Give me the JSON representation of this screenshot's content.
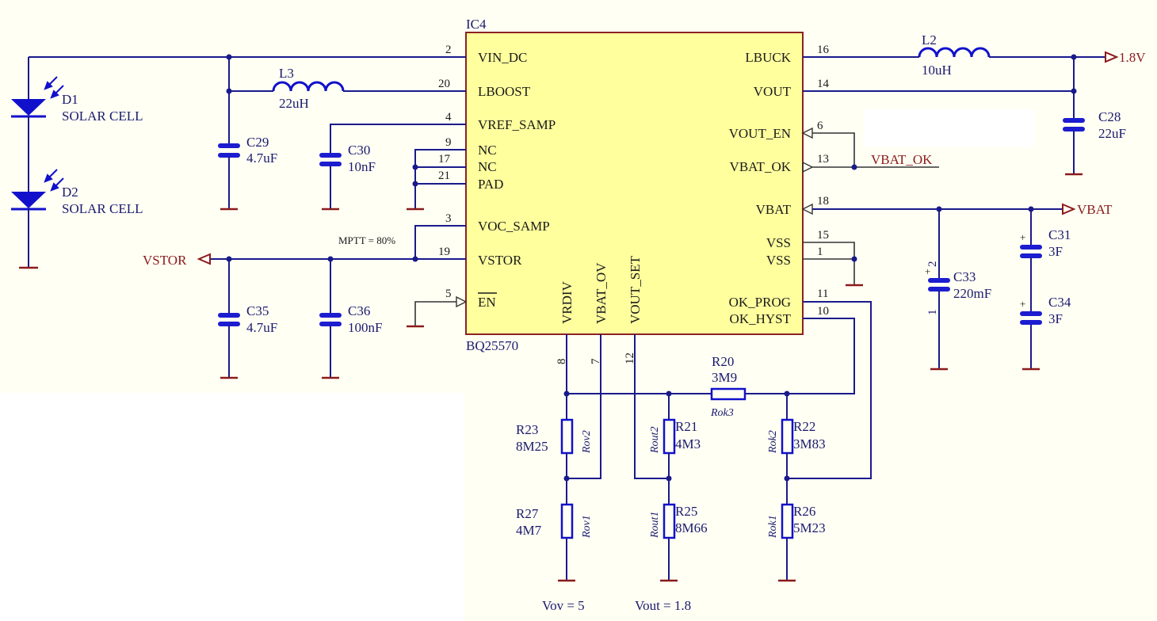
{
  "ic": {
    "ref": "IC4",
    "part": "BQ25570"
  },
  "pins_left": [
    {
      "num": "2",
      "name": "VIN_DC"
    },
    {
      "num": "20",
      "name": "LBOOST"
    },
    {
      "num": "4",
      "name": "VREF_SAMP"
    },
    {
      "num": "9",
      "name": "NC"
    },
    {
      "num": "17",
      "name": "NC"
    },
    {
      "num": "21",
      "name": "PAD"
    },
    {
      "num": "3",
      "name": "VOC_SAMP"
    },
    {
      "num": "19",
      "name": "VSTOR"
    },
    {
      "num": "5",
      "name": "EN"
    }
  ],
  "pins_right": [
    {
      "num": "16",
      "name": "LBUCK"
    },
    {
      "num": "14",
      "name": "VOUT"
    },
    {
      "num": "6",
      "name": "VOUT_EN"
    },
    {
      "num": "13",
      "name": "VBAT_OK"
    },
    {
      "num": "18",
      "name": "VBAT"
    },
    {
      "num": "15",
      "name": "VSS"
    },
    {
      "num": "1",
      "name": "VSS"
    },
    {
      "num": "11",
      "name": "OK_PROG"
    },
    {
      "num": "10",
      "name": "OK_HYST"
    }
  ],
  "pins_bottom": [
    {
      "num": "8",
      "name": "VRDIV"
    },
    {
      "num": "7",
      "name": "VBAT_OV"
    },
    {
      "num": "12",
      "name": "VOUT_SET"
    }
  ],
  "components": {
    "d1": {
      "ref": "D1",
      "value": "SOLAR CELL"
    },
    "d2": {
      "ref": "D2",
      "value": "SOLAR CELL"
    },
    "l3": {
      "ref": "L3",
      "value": "22uH"
    },
    "l2": {
      "ref": "L2",
      "value": "10uH"
    },
    "c29": {
      "ref": "C29",
      "value": "4.7uF"
    },
    "c30": {
      "ref": "C30",
      "value": "10nF"
    },
    "c35": {
      "ref": "C35",
      "value": "4.7uF"
    },
    "c36": {
      "ref": "C36",
      "value": "100nF"
    },
    "c28": {
      "ref": "C28",
      "value": "22uF"
    },
    "c33": {
      "ref": "C33",
      "value": "220mF",
      "pin_plus": "2",
      "pin_minus": "1"
    },
    "c31": {
      "ref": "C31",
      "value": "3F"
    },
    "c34": {
      "ref": "C34",
      "value": "3F"
    },
    "r20": {
      "ref": "R20",
      "value": "3M9",
      "alias": "Rok3"
    },
    "r21": {
      "ref": "R21",
      "value": "4M3",
      "alias": "Rout2"
    },
    "r22": {
      "ref": "R22",
      "value": "3M83",
      "alias": "Rok2"
    },
    "r23": {
      "ref": "R23",
      "value": "8M25",
      "alias": "Rov2"
    },
    "r25": {
      "ref": "R25",
      "value": "8M66",
      "alias": "Rout1"
    },
    "r26": {
      "ref": "R26",
      "value": "5M23",
      "alias": "Rok1"
    },
    "r27": {
      "ref": "R27",
      "value": "4M7",
      "alias": "Rov1"
    }
  },
  "nets": {
    "v18": "1.8V",
    "vbat": "VBAT",
    "vstor": "VSTOR",
    "vbat_ok": "VBAT_OK"
  },
  "notes": {
    "mptt": "MPTT = 80%",
    "vov": "Vov = 5",
    "vout": "Vout = 1.8"
  }
}
